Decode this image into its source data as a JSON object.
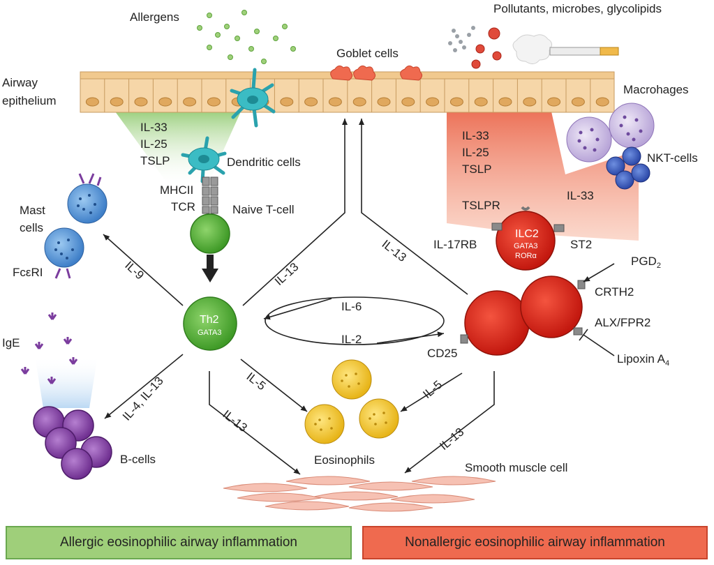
{
  "labels": {
    "allergens": "Allergens",
    "pollutants": "Pollutants, microbes, glycolipids",
    "goblet_cells": "Goblet cells",
    "airway": "Airway",
    "epithelium": "epithelium",
    "macrophages": "Macrohages",
    "il33_left": "IL-33",
    "il25_left": "IL-25",
    "tslp_left": "TSLP",
    "dendritic": "Dendritic cells",
    "mhcii": "MHCII",
    "tcr": "TCR",
    "naive": "Naive T-cell",
    "il33_right": "IL-33",
    "il25_right": "IL-25",
    "tslp_right": "TSLP",
    "nkt": "NKT-cells",
    "il33_mid": "IL-33",
    "tslpr": "TSLPR",
    "il17rb": "IL-17RB",
    "ilc2": "ILC2",
    "ilc2_gata3": "GATA3",
    "ilc2_ror": "RORα",
    "st2": "ST2",
    "pgd": "PGD",
    "pgd_sub": "2",
    "crth2": "CRTH2",
    "alx": "ALX/FPR2",
    "lipoxin": "Lipoxin A",
    "lipoxin_sub": "4",
    "mast_1": "Mast",
    "mast_2": "cells",
    "fceri": "FcεRI",
    "ige": "IgE",
    "il9": "IL-9",
    "il13_a": "IL-13",
    "il13_b": "IL-13",
    "il6": "IL-6",
    "il2": "IL-2",
    "th2": "Th2",
    "th2_gata3": "GATA3",
    "cd25": "CD25",
    "il4_il13": "IL-4, IL-13",
    "il5_left": "IL-5",
    "il5_right": "IL-5",
    "il13_c": "IL-13",
    "il13_d": "IL-13",
    "bcells": "B-cells",
    "eosinophils": "Eosinophils",
    "smooth": "Smooth muscle cell"
  },
  "footer": {
    "left": "Allergic eosinophilic airway inflammation",
    "right": "Nonallergic eosinophilic airway inflammation"
  },
  "colors": {
    "allergic": "#9fcf7a",
    "nonallergic": "#ef6a4f",
    "epithelium": "#f6d6a8",
    "ilc2": "#e0261b",
    "th2": "#58b03a",
    "eosinophil": "#f3c928",
    "bcell": "#8a46a8",
    "mast": "#4f8fd6",
    "dendritic": "#3bbcc4"
  }
}
